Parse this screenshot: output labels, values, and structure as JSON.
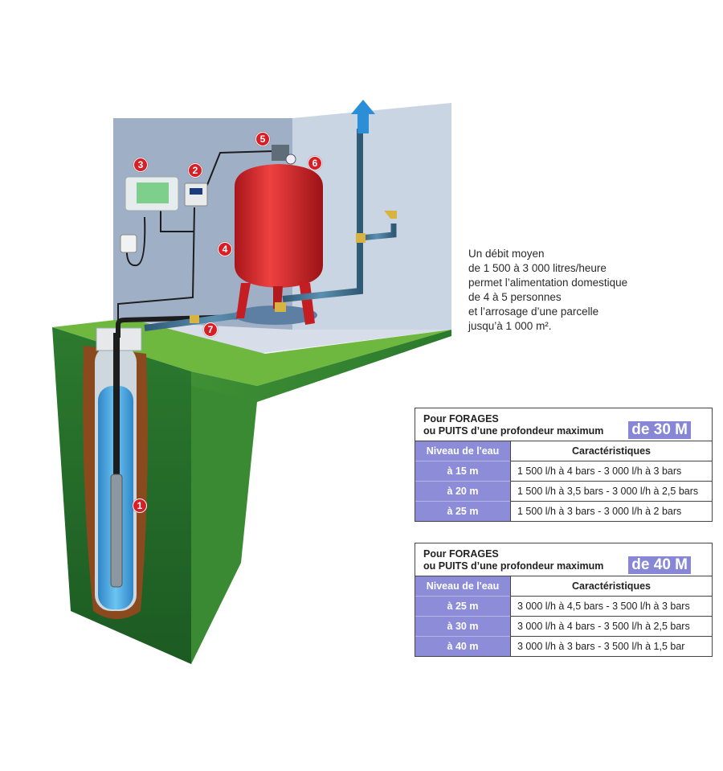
{
  "callouts": [
    "1",
    "2",
    "3",
    "4",
    "5",
    "6",
    "7"
  ],
  "description": {
    "lines": [
      "Un débit moyen",
      "de 1 500 à 3 000 litres/heure",
      "permet l’alimentation domestique",
      "de 4 à 5 personnes",
      "et l’arrosage d’une parcelle",
      "jusqu’à 1 000 m²."
    ]
  },
  "tables": [
    {
      "title_line1": "Pour FORAGES",
      "title_line2": "ou PUITS d’une profondeur maximum",
      "depth": "de 30 M",
      "col1": "Niveau de l'eau",
      "col2": "Caractéristiques",
      "rows": [
        {
          "level": "à 15 m",
          "spec": "1 500 l/h à 4 bars - 3 000 l/h à 3 bars"
        },
        {
          "level": "à 20 m",
          "spec": "1 500 l/h à 3,5 bars - 3 000 l/h à 2,5 bars"
        },
        {
          "level": "à 25 m",
          "spec": "1 500 l/h à 3 bars - 3 000 l/h à 2 bars"
        }
      ]
    },
    {
      "title_line1": "Pour FORAGES",
      "title_line2": "ou PUITS d’une profondeur maximum",
      "depth": "de 40 M",
      "col1": "Niveau de l'eau",
      "col2": "Caractéristiques",
      "rows": [
        {
          "level": "à 25 m",
          "spec": "3 000 l/h à 4,5 bars - 3 500 l/h à 3 bars"
        },
        {
          "level": "à 30 m",
          "spec": "3 000 l/h à 4 bars - 3 500 l/h à 2,5 bars"
        },
        {
          "level": "à 40 m",
          "spec": "3 000 l/h à 3 bars - 3 500 l/h à 1,5 bar"
        }
      ]
    }
  ],
  "colors": {
    "ground_dark": "#1f6b2a",
    "ground_light": "#4f9e3a",
    "grass_top": "#7cc243",
    "wall_back": "#9fb0c6",
    "wall_side": "#c4d0de",
    "floor": "#d5dde8",
    "tank": "#d9262a",
    "water": "#3a9fe0",
    "soil": "#8a4a1e",
    "pipe": "#3d6e8c",
    "callout": "#d61f26",
    "table_accent": "#8c8cd8"
  }
}
